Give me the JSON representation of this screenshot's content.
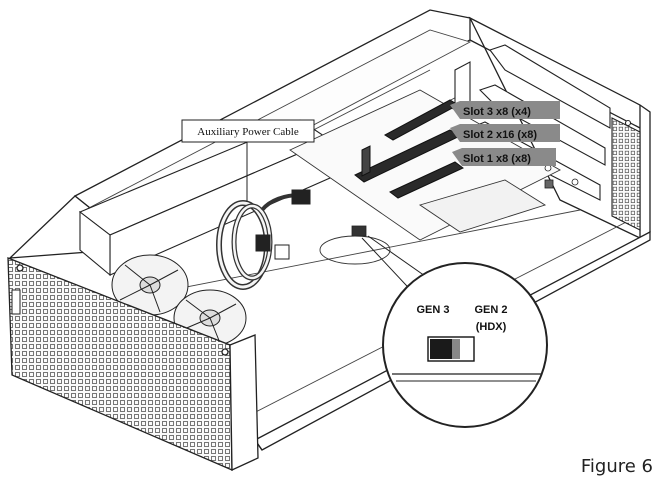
{
  "callout": {
    "label": "Auxiliary Power Cable"
  },
  "slots": [
    {
      "label": "Slot 3  x8 (x4)"
    },
    {
      "label": "Slot 2  x16 (x8)"
    },
    {
      "label": "Slot 1  x8 (x8)"
    }
  ],
  "switch": {
    "left_label": "GEN 3",
    "right_label": "GEN 2",
    "right_sublabel": "(HDX)"
  },
  "caption": "Figure 6",
  "colors": {
    "line": "#222222",
    "slot_tag": "#8a8a8a",
    "switch_dark": "#1a1a1a"
  }
}
